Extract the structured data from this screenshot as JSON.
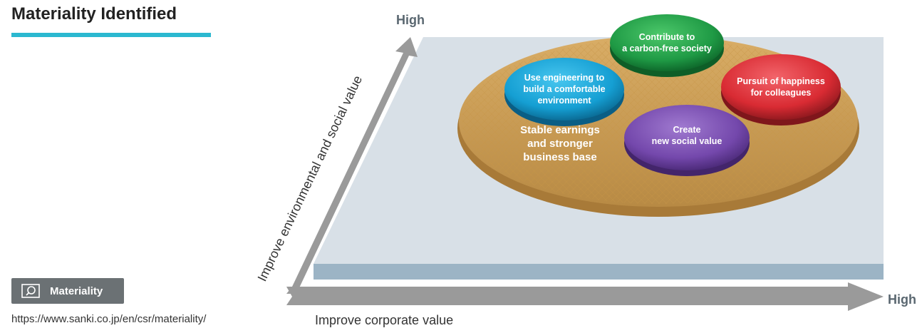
{
  "page": {
    "title": "Materiality Identified",
    "button_label": "Materiality",
    "url": "https://www.sanki.co.jp/en/csr/materiality/"
  },
  "axes": {
    "y_label": "Improve environmental and social value",
    "y_high": "High",
    "x_label": "Improve corporate value",
    "x_high": "High"
  },
  "base": {
    "label_lines": [
      "Stable earnings",
      "and stronger",
      "business base"
    ]
  },
  "bubbles": [
    {
      "id": "carbon",
      "lines": [
        "Contribute to",
        "a carbon-free society"
      ],
      "color": "#22a24a"
    },
    {
      "id": "engineering",
      "lines": [
        "Use engineering to",
        "build a comfortable",
        "environment"
      ],
      "color": "#17a6d8"
    },
    {
      "id": "happiness",
      "lines": [
        "Pursuit of happiness",
        "for colleagues"
      ],
      "color": "#e0333a"
    },
    {
      "id": "social",
      "lines": [
        "Create",
        "new social value"
      ],
      "color": "#7a4fb0"
    }
  ],
  "colors": {
    "accent": "#2bb8d0",
    "platform": "#d9e1e8",
    "platform_edge": "#9fb6c6",
    "disc": "#c99a52",
    "axis": "#9a9a9a"
  },
  "icons": {
    "button_icon": "search-document-icon"
  }
}
